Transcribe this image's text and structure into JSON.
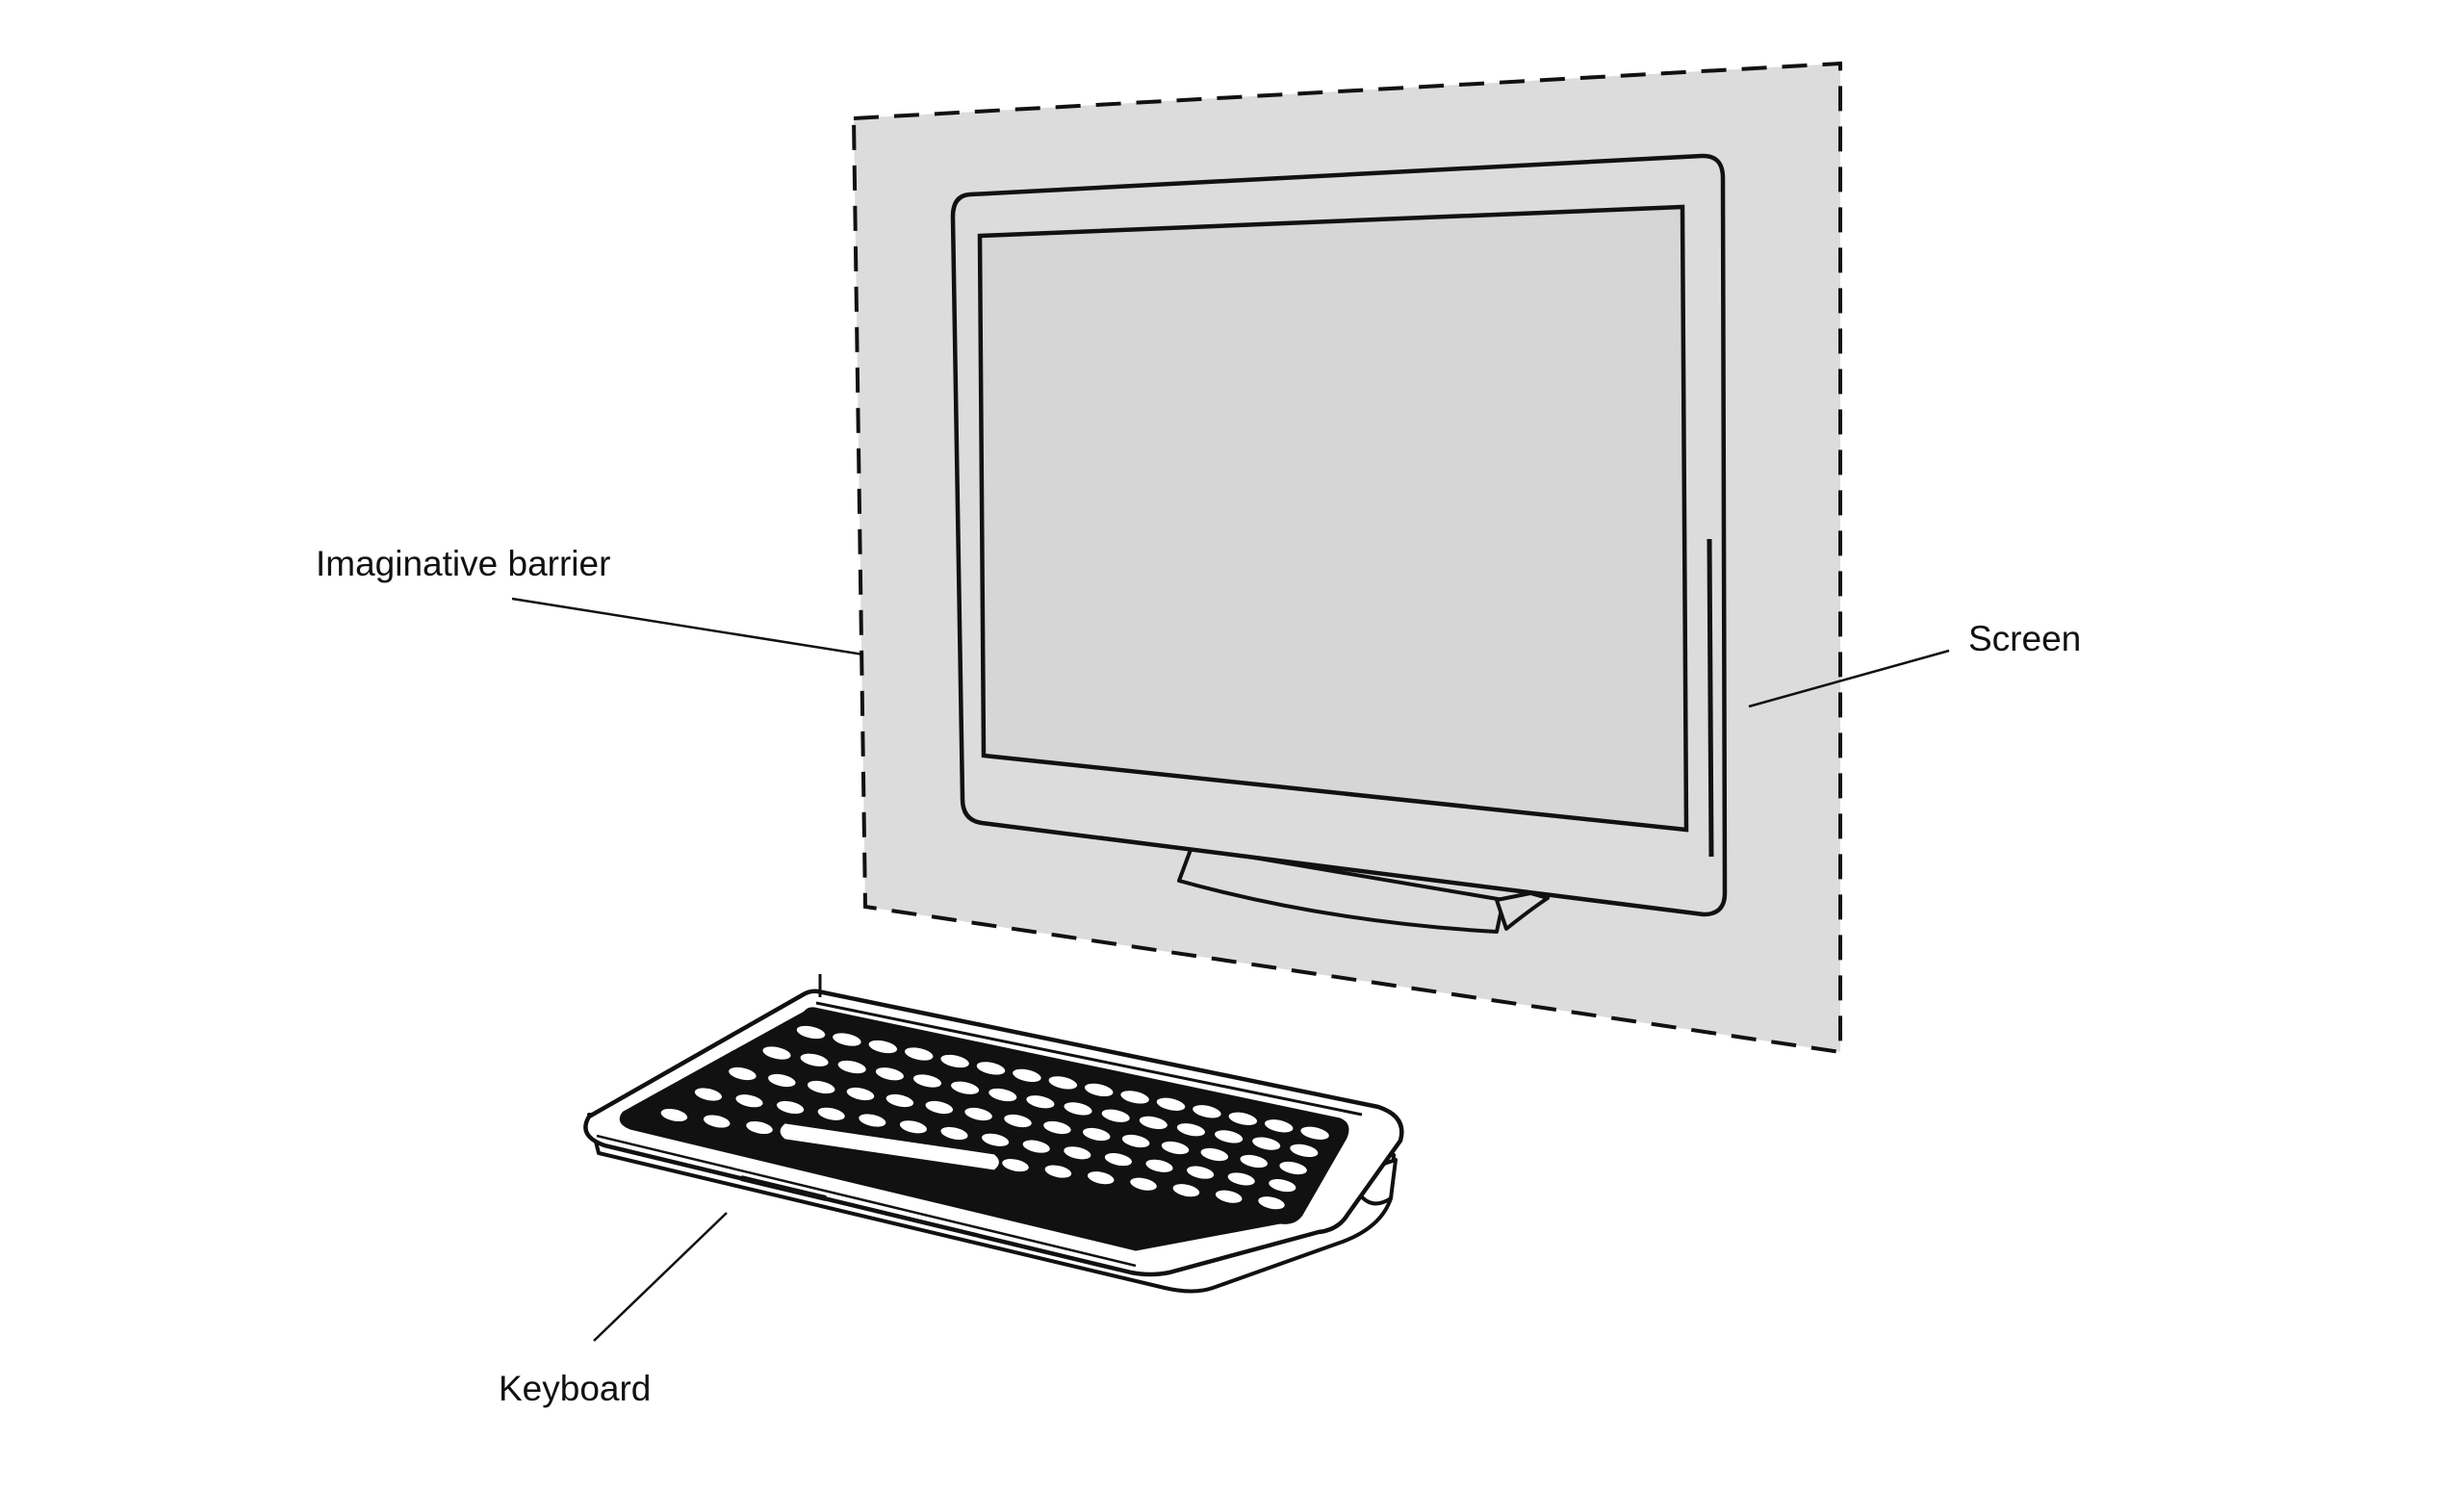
{
  "labels": {
    "barrier": "Imaginative barrier",
    "screen": "Screen",
    "keyboard": "Keyboard"
  },
  "colors": {
    "stroke": "#111111",
    "barrier_fill": "#dcdcdc",
    "background": "#ffffff"
  }
}
